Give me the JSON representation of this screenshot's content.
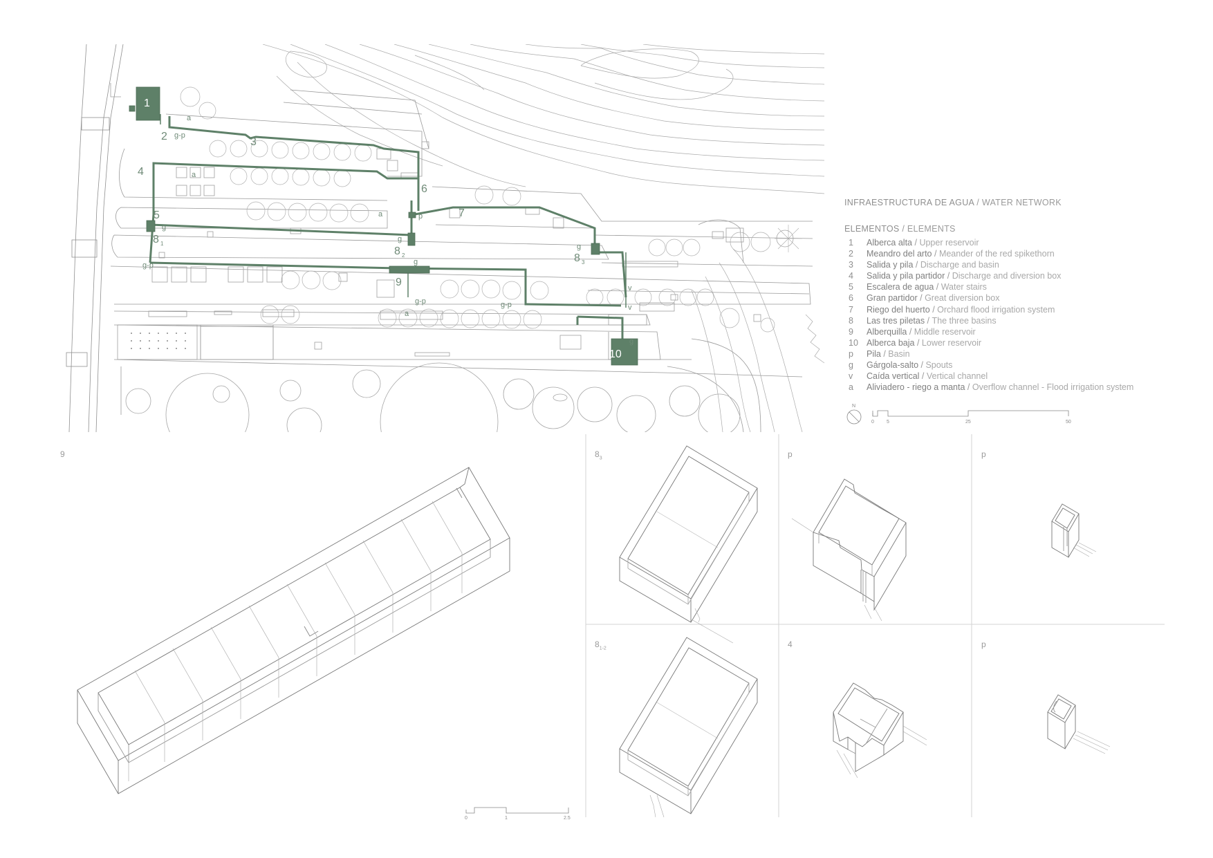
{
  "legend": {
    "title_es": "INFRAESTRUCTURA DE AGUA",
    "title_en": "WATER NETWORK",
    "elements_es": "ELEMENTOS",
    "elements_en": "ELEMENTS",
    "items": [
      {
        "key": "1",
        "es": "Alberca alta",
        "en": "Upper reservoir"
      },
      {
        "key": "2",
        "es": "Meandro del arto",
        "en": "Meander of the red spikethorn"
      },
      {
        "key": "3",
        "es": "Salida y pila",
        "en": "Discharge and basin"
      },
      {
        "key": "4",
        "es": "Salida y pila partidor",
        "en": "Discharge and diversion box"
      },
      {
        "key": "5",
        "es": "Escalera de agua",
        "en": "Water stairs"
      },
      {
        "key": "6",
        "es": "Gran partidor",
        "en": "Great diversion box"
      },
      {
        "key": "7",
        "es": "Riego del huerto",
        "en": "Orchard flood irrigation system"
      },
      {
        "key": "8",
        "es": "Las tres piletas",
        "en": "The three basins"
      },
      {
        "key": "9",
        "es": "Alberquilla",
        "en": "Middle reservoir"
      },
      {
        "key": "10",
        "es": "Alberca baja",
        "en": "Lower reservoir"
      },
      {
        "key": "p",
        "es": "Pila",
        "en": "Basin"
      },
      {
        "key": "g",
        "es": "Gárgola-salto",
        "en": "Spouts"
      },
      {
        "key": "v",
        "es": "Caída vertical",
        "en": "Vertical channel"
      },
      {
        "key": "a",
        "es": "Aliviadero - riego a manta",
        "en": "Overflow channel - Flood irrigation system"
      }
    ]
  },
  "north_label": "N",
  "plan_scale": [
    "0",
    "5",
    "25",
    "50"
  ],
  "detail_scale": [
    "0",
    "1",
    "2.5"
  ],
  "plan_labels": {
    "n1": "1",
    "n2": "2",
    "n3": "3",
    "n4": "4",
    "n5": "5",
    "n6": "6",
    "n7": "7",
    "n8": "8",
    "n9": "9",
    "n10": "10",
    "sub1": "1",
    "sub2": "2",
    "sub3": "3",
    "a": "a",
    "g": "g",
    "p": "p",
    "v": "v",
    "gp": "g-p"
  },
  "panels": {
    "p9": "9",
    "p83_main": "8",
    "p83_sub": "3",
    "p_basin1": "p",
    "p_basin2": "p",
    "p812_main": "8",
    "p812_sub": "1-2",
    "p4": "4",
    "p_basin3": "p"
  },
  "colors": {
    "network": "#5e8068",
    "line": "#8c8c8c",
    "light_line": "#b5b5b5"
  }
}
